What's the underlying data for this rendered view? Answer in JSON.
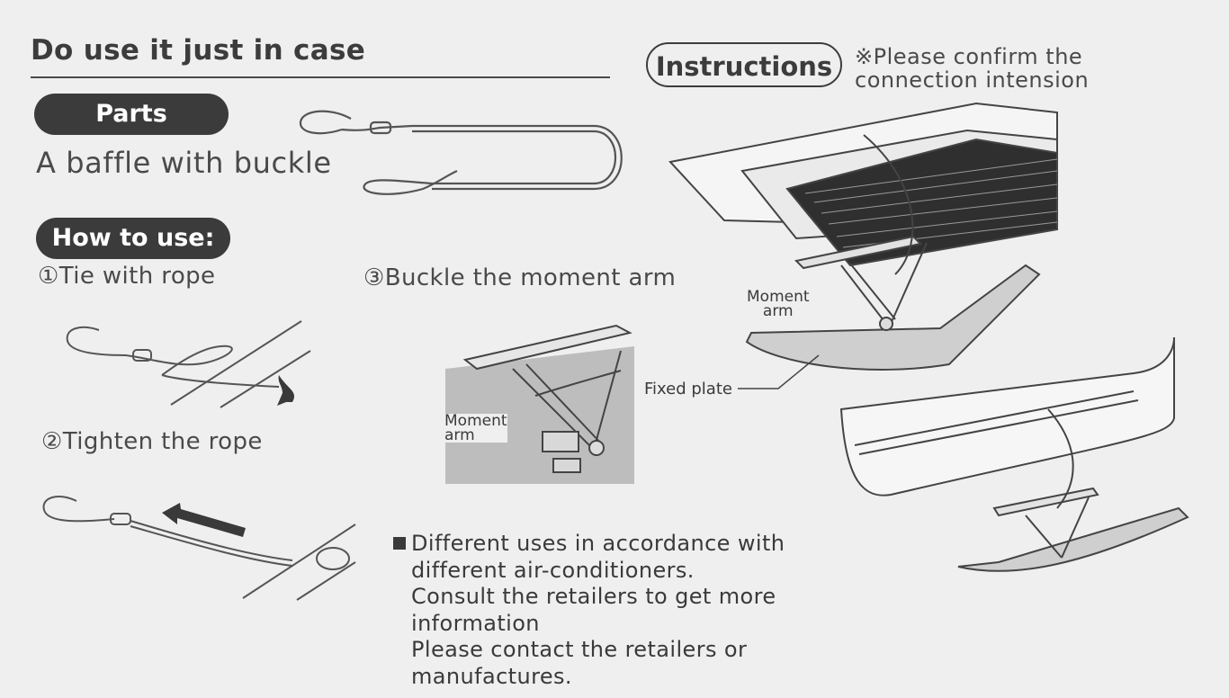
{
  "header": {
    "title": "Do use it just in case",
    "instructions_label": "Instructions",
    "instructions_note_line1": "※Please confirm the",
    "instructions_note_line2": "connection intension"
  },
  "parts": {
    "badge": "Parts",
    "description": "A baffle with buckle"
  },
  "how_to_use": {
    "badge": "How to use:",
    "step1": "①Tie with rope",
    "step2": "②Tighten the rope",
    "step3": "③Buckle the moment arm"
  },
  "diagram_labels": {
    "moment_arm_1": "Moment",
    "moment_arm_2": "arm",
    "fixed_plate": "Fixed plate"
  },
  "notes": {
    "line1": "Different uses in accordance with",
    "line2": "different air-conditioners.",
    "line3": "Consult the retailers to get more",
    "line4": "information",
    "line5": "Please contact the retailers or",
    "line6": "manufactures."
  }
}
